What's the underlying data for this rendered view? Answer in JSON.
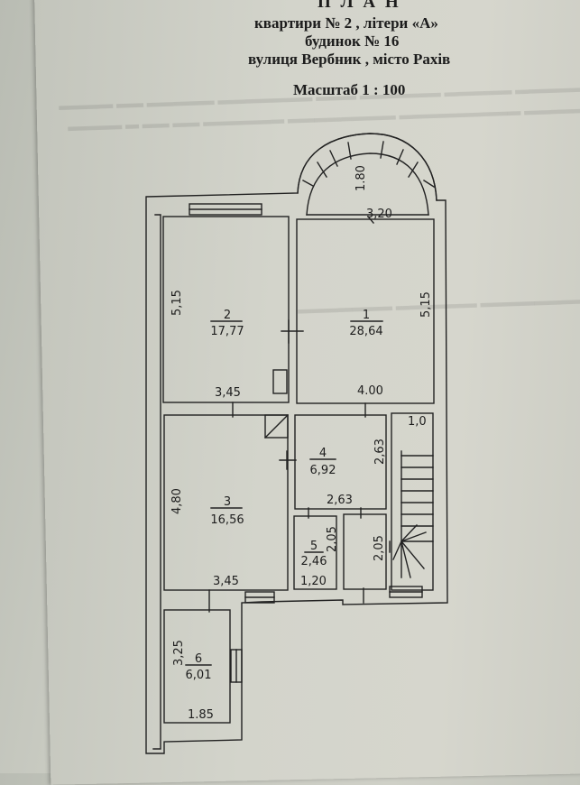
{
  "title": {
    "heading": "П Л А Н",
    "line1": "квартири № 2 , літери «А»",
    "line2": "будинок № 16",
    "line3": "вулиця Вербник , місто Рахів",
    "scale": "Масштаб 1 : 100"
  },
  "rooms": [
    {
      "number": "1",
      "area": "28,64"
    },
    {
      "number": "2",
      "area": "17,77"
    },
    {
      "number": "3",
      "area": "16,56"
    },
    {
      "number": "4",
      "area": "6,92"
    },
    {
      "number": "5",
      "area": "2,46"
    },
    {
      "number": "6",
      "area": "6,01"
    }
  ],
  "dimensions": {
    "bay_depth": "1.80",
    "bay_width": "3,20",
    "room1_height": "5,15",
    "room1_width": "4.00",
    "room2_height": "5,15",
    "room2_width": "3,45",
    "room3_height": "4,80",
    "room3_width": "3,45",
    "room4_height": "2,63",
    "room4_width": "2,63",
    "room5_height": "2,05",
    "room5_width": "1,20",
    "stair_height": "2,05",
    "stair_width": "1,0",
    "room6_height": "3,25",
    "room6_width": "1.85"
  },
  "colors": {
    "ink": "#1c1c1c",
    "paper": "#d3d4cb"
  }
}
